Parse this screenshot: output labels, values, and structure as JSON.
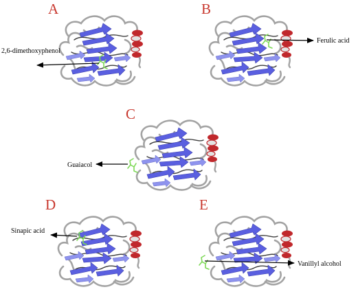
{
  "panels": [
    {
      "letter": "A",
      "ligand": "2,6-dimethoxyphenol"
    },
    {
      "letter": "B",
      "ligand": "Ferulic acid"
    },
    {
      "letter": "C",
      "ligand": "Guaiacol"
    },
    {
      "letter": "D",
      "ligand": "Sinapic acid"
    },
    {
      "letter": "E",
      "ligand": "Vanillyl alcohol"
    }
  ],
  "colors": {
    "panel_letter": "#c8372d",
    "beta_strand": "#5a5fe0",
    "beta_strand_light": "#8e93ee",
    "loop": "#9a9a9a",
    "loop_dark": "#3c3c3c",
    "helix": "#c0282c",
    "ligand": "#7ed957",
    "arrow": "#000000"
  },
  "icons": [
    "protein-ribbon-icon",
    "ligand-icon",
    "arrow-icon"
  ]
}
